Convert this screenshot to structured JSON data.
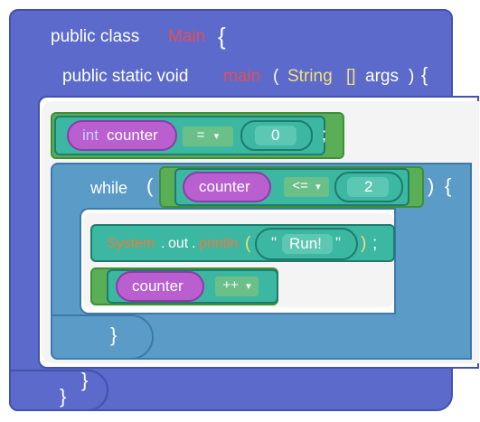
{
  "class_block": {
    "keywords": "public class",
    "class_name": "Main",
    "open_brace": "{",
    "close_brace": "}",
    "method": {
      "keywords": "public static void",
      "name": "main",
      "open_paren": "(",
      "param_type": "String",
      "param_brackets": "[]",
      "param_name": "args",
      "close_paren": ")",
      "open_brace": "{",
      "close_brace": "}"
    }
  },
  "declaration": {
    "type": "int",
    "var_name": "counter",
    "operator": "=",
    "dropdown_arrow": "▾",
    "value": "0",
    "semicolon": ";"
  },
  "while_loop": {
    "keyword": "while",
    "open_paren": "(",
    "close_paren": ")",
    "open_brace": "{",
    "close_brace": "}",
    "condition": {
      "var_name": "counter",
      "operator": "<=",
      "dropdown_arrow": "▾",
      "value": "2"
    },
    "println": {
      "system": "System",
      "dot1": ".",
      "out": "out",
      "dot2": ".",
      "method": "println",
      "open_paren": "(",
      "quote_open": "\"",
      "text": "Run!",
      "quote_close": "\"",
      "close_paren": ")",
      "semicolon": ";"
    },
    "increment": {
      "var_name": "counter",
      "operator": "++",
      "dropdown_arrow": "▾"
    }
  },
  "colors": {
    "class_block": "#5b6acb",
    "while_block": "#5b9bc8",
    "variable_pill": "#b95fd0",
    "expression": "#3bb7a2",
    "statement": "#5aae56",
    "class_name": "#e0505a",
    "type": "#f2e07a"
  }
}
